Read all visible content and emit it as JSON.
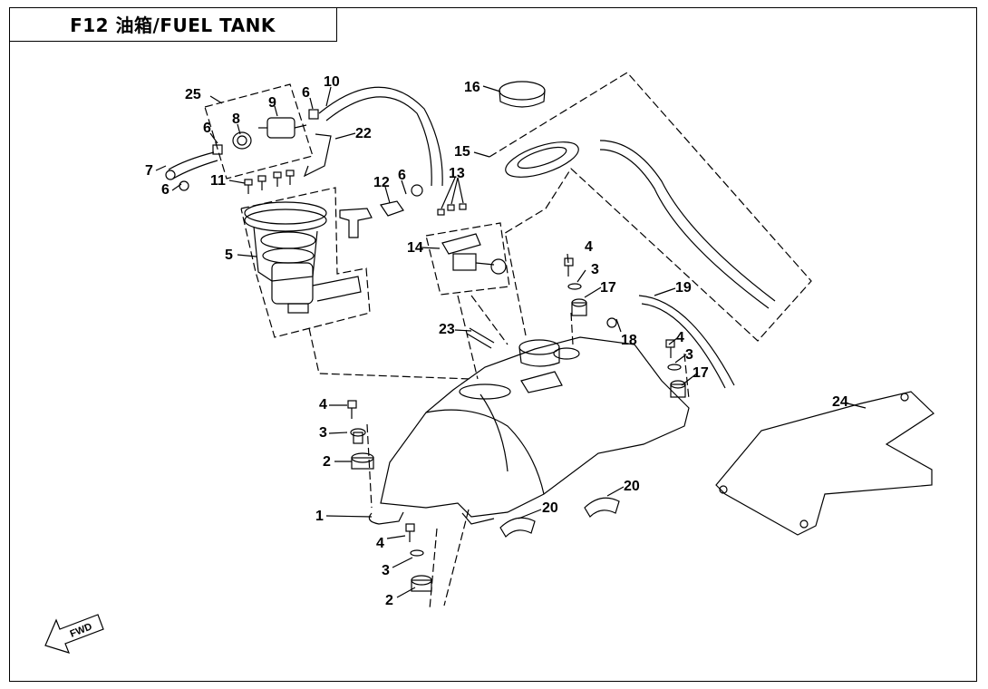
{
  "title": "F12 油箱/FUEL TANK",
  "fwd_label": "FWD",
  "labels": {
    "l25": "25",
    "l9": "9",
    "l6a": "6",
    "l10": "10",
    "l8": "8",
    "l6b": "6",
    "l22": "22",
    "l7": "7",
    "l6c": "6",
    "l11": "11",
    "l5": "5",
    "l12": "12",
    "l6d": "6",
    "l13": "13",
    "l16": "16",
    "l15": "15",
    "l14": "14",
    "l4a": "4",
    "l3a": "3",
    "l17a": "17",
    "l19": "19",
    "l18": "18",
    "l23": "23",
    "l4b": "4",
    "l3b": "3",
    "l17b": "17",
    "l4c": "4",
    "l3c": "3",
    "l2a": "2",
    "l24": "24",
    "l1": "1",
    "l20a": "20",
    "l20b": "20",
    "l4d": "4",
    "l3d": "3",
    "l2b": "2"
  }
}
